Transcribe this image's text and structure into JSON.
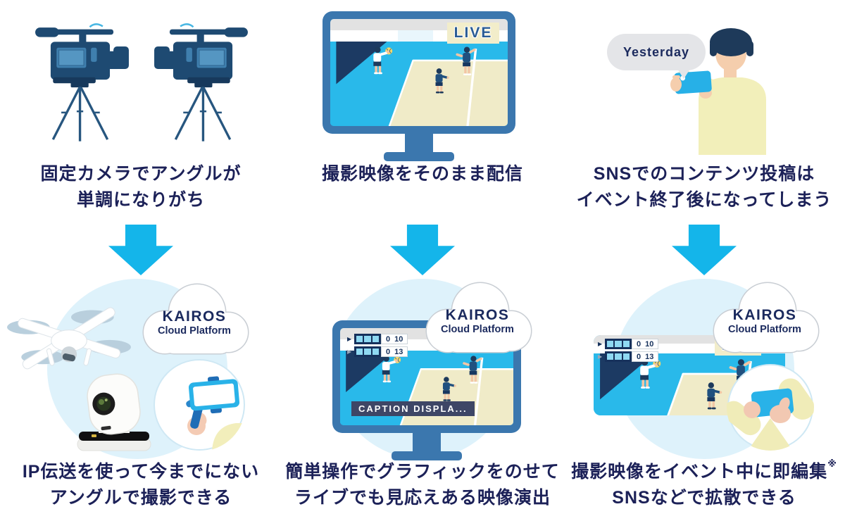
{
  "cloud_badge": {
    "brand": "KAIROS",
    "product": "Cloud Platform"
  },
  "live_label": "LIVE",
  "caption_overlay": "CAPTION DISPLA...",
  "speech_bubble": "Yesterday",
  "score_overlay": {
    "rows": [
      {
        "a": "0",
        "b": "10"
      },
      {
        "a": "0",
        "b": "13"
      }
    ]
  },
  "columns": [
    {
      "before": [
        "固定カメラでアングルが",
        "単調になりがち"
      ],
      "after": [
        "IP伝送を使って今までにない",
        "アングルで撮影できる"
      ]
    },
    {
      "before": [
        "撮影映像をそのまま配信"
      ],
      "after": [
        "簡単操作でグラフィックをのせて",
        "ライブでも見応えある映像演出"
      ]
    },
    {
      "before": [
        "SNSでのコンテンツ投稿は",
        "イベント終了後になってしまう"
      ],
      "after_line1": "撮影映像をイベント中に即編集",
      "after_note": "※",
      "after_line2": "SNSなどで拡散できる"
    }
  ],
  "colors": {
    "text_navy": "#1c2158",
    "arrow_cyan": "#14b5ea",
    "monitor_blue": "#3b77ae",
    "scene_cyan": "#29b9ea",
    "court_sand": "#f0ebc8",
    "circle_blue": "#def2fb",
    "caption_bar": "#3e4666",
    "score_navy": "#16315c",
    "live_bg": "#f2edca",
    "bubble_gray": "#e4e5e8",
    "shirt_yellow": "#f2efba",
    "skin": "#f5cead"
  }
}
